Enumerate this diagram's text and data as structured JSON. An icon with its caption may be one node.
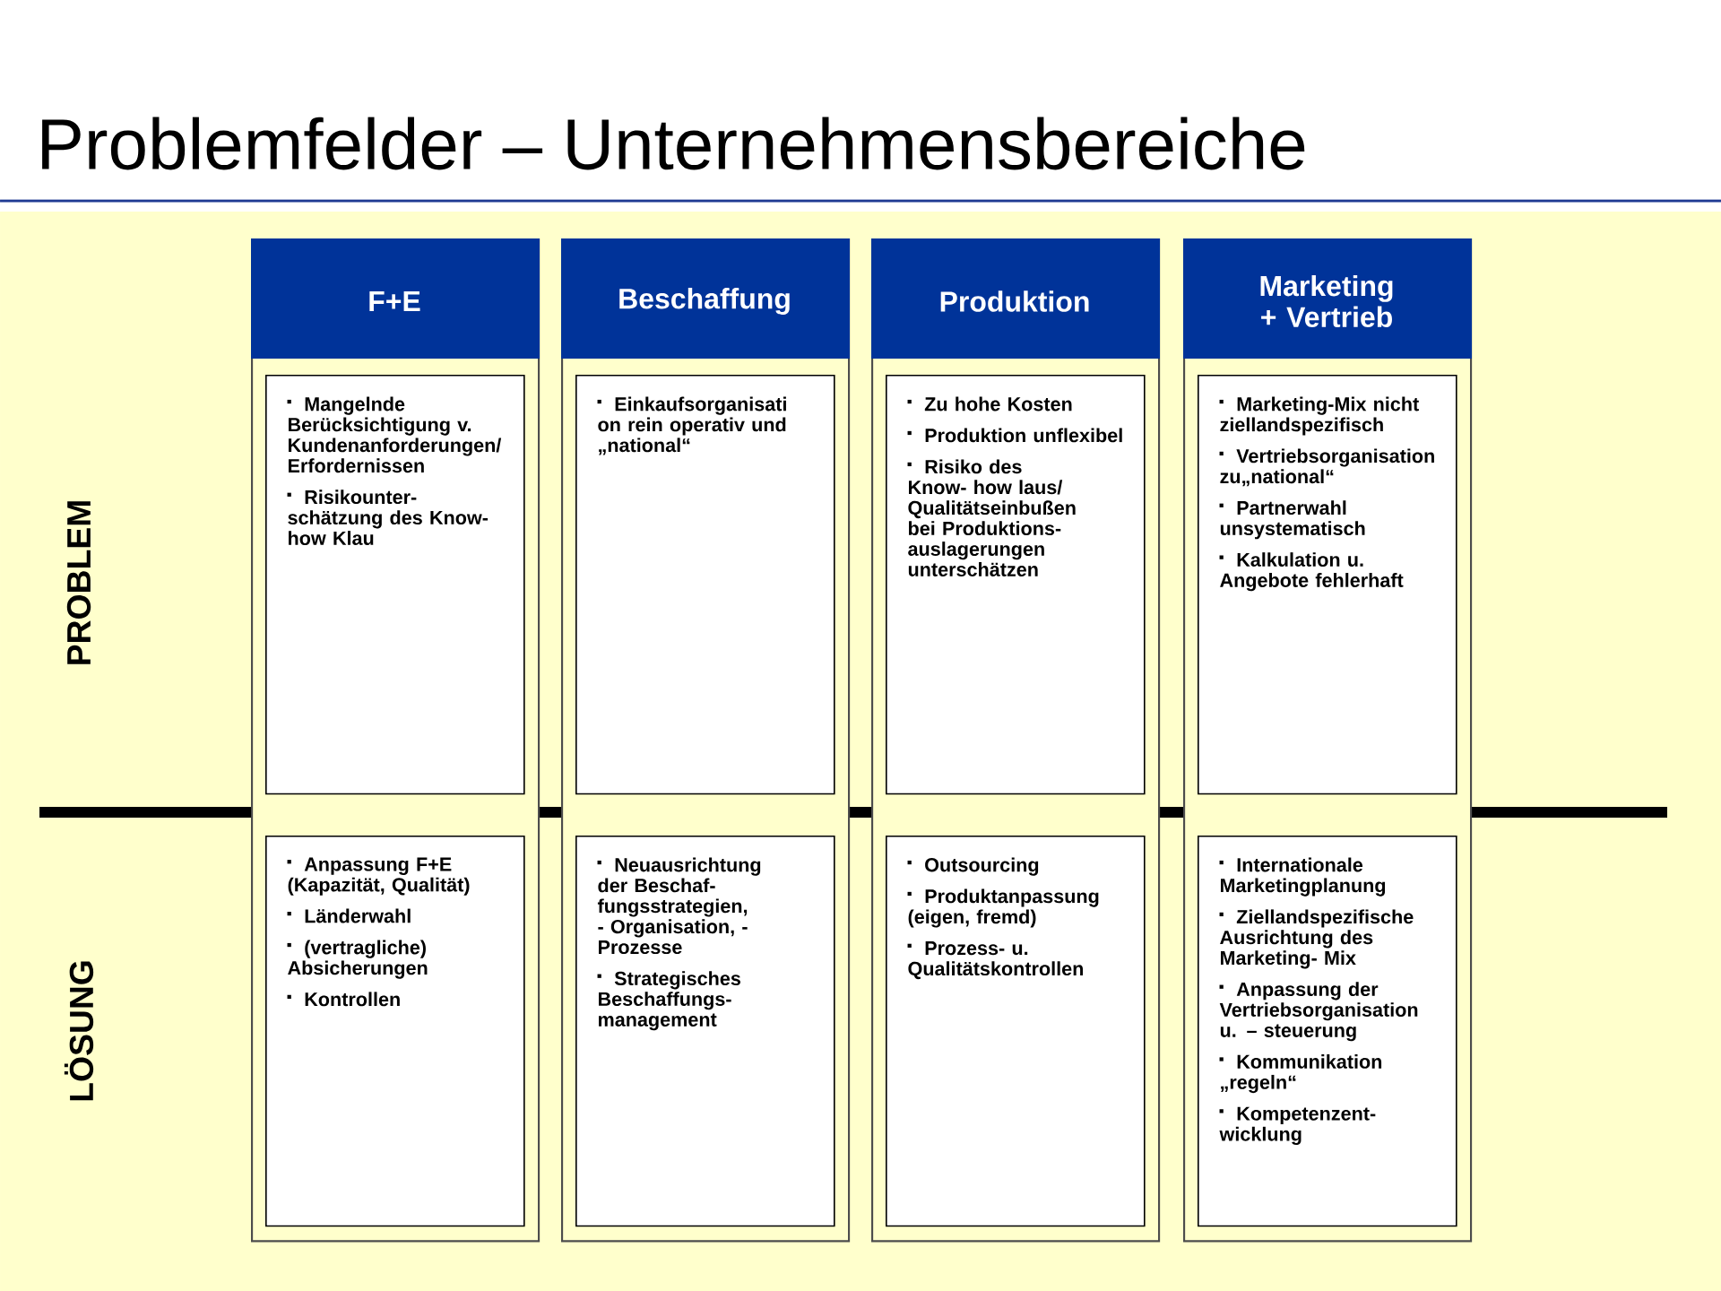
{
  "diagram": {
    "title": "Problemfelder – Unternehmensbereiche",
    "nodes": [
      {
        "text": [
          "F+E"
        ]
      },
      {
        "text": [
          "Mangelnde Berücksichtigung v. Kundenanforderungen/ Erfordernissen",
          "Risikounter- schätzung des Know- how Klau"
        ],
        "in": 0
      },
      {
        "text": [
          "Anpassung F+E (Kapazität, Qualität)",
          "Länderwahl",
          "(vertragliche) Absicherungen",
          "Kontrollen"
        ],
        "in": 0
      },
      {
        "text": [
          "Beschaffung"
        ]
      },
      {
        "text": [
          "Einkaufsorganisati on rein operativ und „national“"
        ],
        "in": 3
      },
      {
        "text": [
          "Neuausrichtung der Beschaf- fungsstrategien, - Organisation, - Prozesse",
          "Strategisches Beschaffungs- management"
        ],
        "in": 3
      },
      {
        "text": [
          "Produktion"
        ]
      },
      {
        "text": [
          "Zu hohe Kosten",
          "Produktion unflexibel",
          "Risiko des Know- how laus/ Qualitätseinbußen bei Produktions- auslagerungen unterschätzen"
        ],
        "in": 6
      },
      {
        "text": [
          "Outsourcing",
          "Produktanpassung (eigen, fremd)",
          "Prozess- u. Qualitätskontrollen"
        ],
        "in": 6
      },
      {
        "text": [
          "Marketing + Vertrieb"
        ]
      },
      {
        "text": [
          "Marketing-Mix nicht ziellandspezifisch",
          "Vertriebsorganisation zu„national“",
          "Partnerwahl unsystematisch",
          "Kalkulation u. Angebote fehlerhaft"
        ],
        "in": 9
      },
      {
        "text": [
          "Internationale Marketingplanung",
          "Ziellandspezifische Ausrichtung des Marketing- Mix",
          "Anpassung der Vertriebsorganisation u. – steuerung",
          "Kommunikation „regeln“",
          "Kompetenzent- wicklung"
        ],
        "in": 9
      }
    ],
    "labels": [
      "PROBLEM",
      "LÖSUNG"
    ]
  }
}
